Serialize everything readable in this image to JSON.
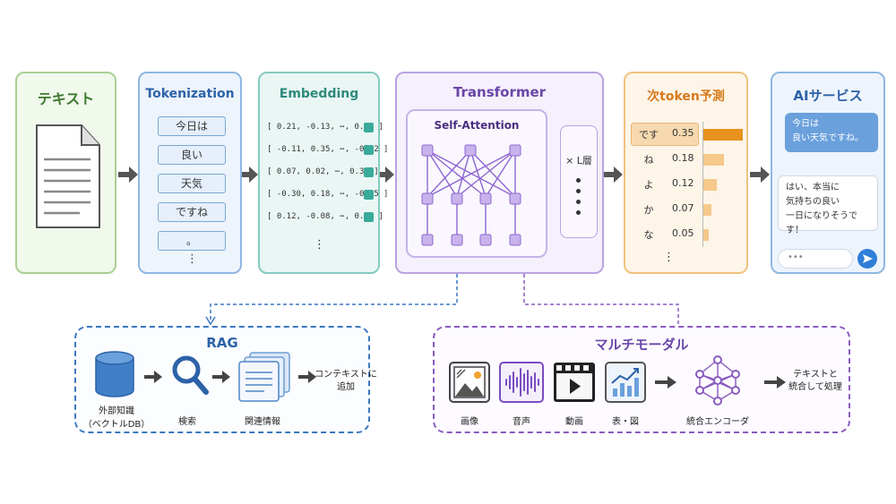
{
  "stages": {
    "text": {
      "title": "テキスト"
    },
    "tokenization": {
      "title": "Tokenization",
      "tokens": [
        "今日は",
        "良い",
        "天気",
        "ですね",
        "。"
      ],
      "more": "⋮"
    },
    "embedding": {
      "title": "Embedding",
      "vectors": [
        "[  0.21, -0.13, ⋯,  0.47 ]",
        "[ -0.11,  0.35, ⋯, -0.22 ]",
        "[  0.07,  0.02, ⋯,  0.31 ]",
        "[ -0.30,  0.18, ⋯, -0.05 ]",
        "[  0.12, -0.08, ⋯,  0.09 ]"
      ],
      "more": "⋮"
    },
    "transformer": {
      "title": "Transformer",
      "sub_title": "Self-Attention",
      "layers_label": "× L層"
    },
    "next_token": {
      "title": "次token予測",
      "rows": [
        {
          "word": "です",
          "prob": 0.35
        },
        {
          "word": "ね",
          "prob": 0.18
        },
        {
          "word": "よ",
          "prob": 0.12
        },
        {
          "word": "か",
          "prob": 0.07
        },
        {
          "word": "な",
          "prob": 0.05
        }
      ],
      "more": "⋮"
    },
    "ai_service": {
      "title": "AIサービス",
      "user_msg_line1": "今日は",
      "user_msg_line2": "良い天気ですね。",
      "bot_msg_line1": "はい、本当に",
      "bot_msg_line2": "気持ちの良い",
      "bot_msg_line3": "一日になりそうです！",
      "input_dots": "•••"
    }
  },
  "rag": {
    "title": "RAG",
    "db_label_line1": "外部知識",
    "db_label_line2": "（ベクトルDB）",
    "search_label": "検索",
    "docs_label": "関連情報",
    "result_line1": "コンテキストに",
    "result_line2": "追加"
  },
  "multimodal": {
    "title": "マルチモーダル",
    "inputs": [
      {
        "label": "画像",
        "icon": "image-icon"
      },
      {
        "label": "音声",
        "icon": "audio-wave-icon"
      },
      {
        "label": "動画",
        "icon": "video-icon"
      },
      {
        "label": "表・図",
        "icon": "chart-icon"
      }
    ],
    "encoder_label": "統合エンコーダ",
    "result_line1": "テキストと",
    "result_line2": "統合して処理"
  },
  "colors": {
    "green": "#7bb26a",
    "blue": "#6d9fd4",
    "teal": "#5fb0a6",
    "purple": "#9d7ad1",
    "orange": "#e8a54a",
    "chat_blue": "#6aa0dc",
    "rag_dash": "#3a77c0",
    "mm_dash": "#8a5bbf"
  }
}
